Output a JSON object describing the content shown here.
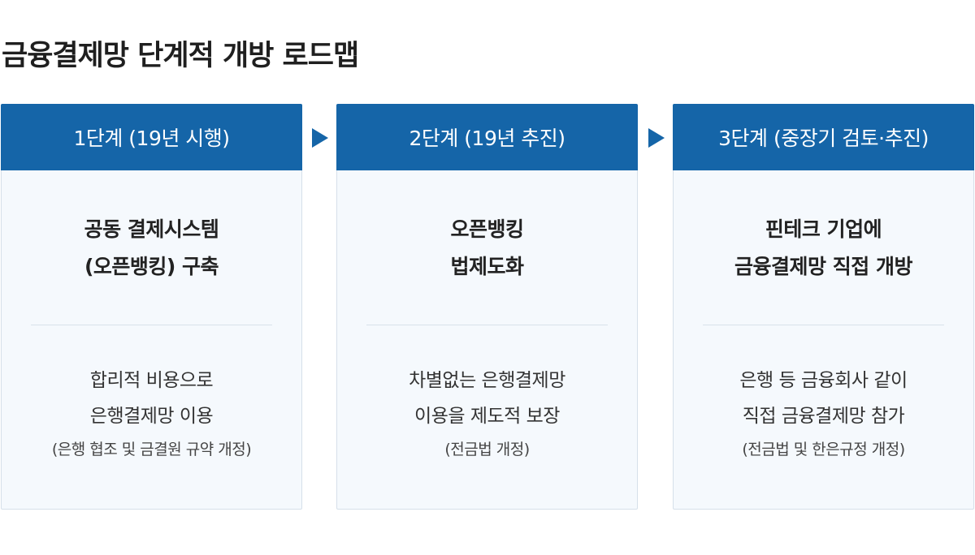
{
  "title": "금융결제망 단계적 개방 로드맵",
  "stages": [
    {
      "header": "1단계 (19년 시행)",
      "heading": [
        "공동 결제시스템",
        "(오픈뱅킹) 구축"
      ],
      "description": [
        "합리적 비용으로",
        "은행결제망 이용"
      ],
      "note": "(은행 협조 및 금결원 규약 개정)"
    },
    {
      "header": "2단계 (19년 추진)",
      "heading": [
        "오픈뱅킹",
        "법제도화"
      ],
      "description": [
        "차별없는 은행결제망",
        "이용을 제도적 보장"
      ],
      "note": "(전금법 개정)"
    },
    {
      "header": "3단계 (중장기 검토·추진)",
      "heading": [
        "핀테크 기업에",
        "금융결제망 직접 개방"
      ],
      "description": [
        "은행 등 금융회사 같이",
        "직접 금융결제망 참가"
      ],
      "note": "(전금법 및 한은규정 개정)"
    }
  ],
  "colors": {
    "header_bg": "#1565a8",
    "card_bg": "#f5f9fd",
    "arrow": "#1565a8"
  }
}
